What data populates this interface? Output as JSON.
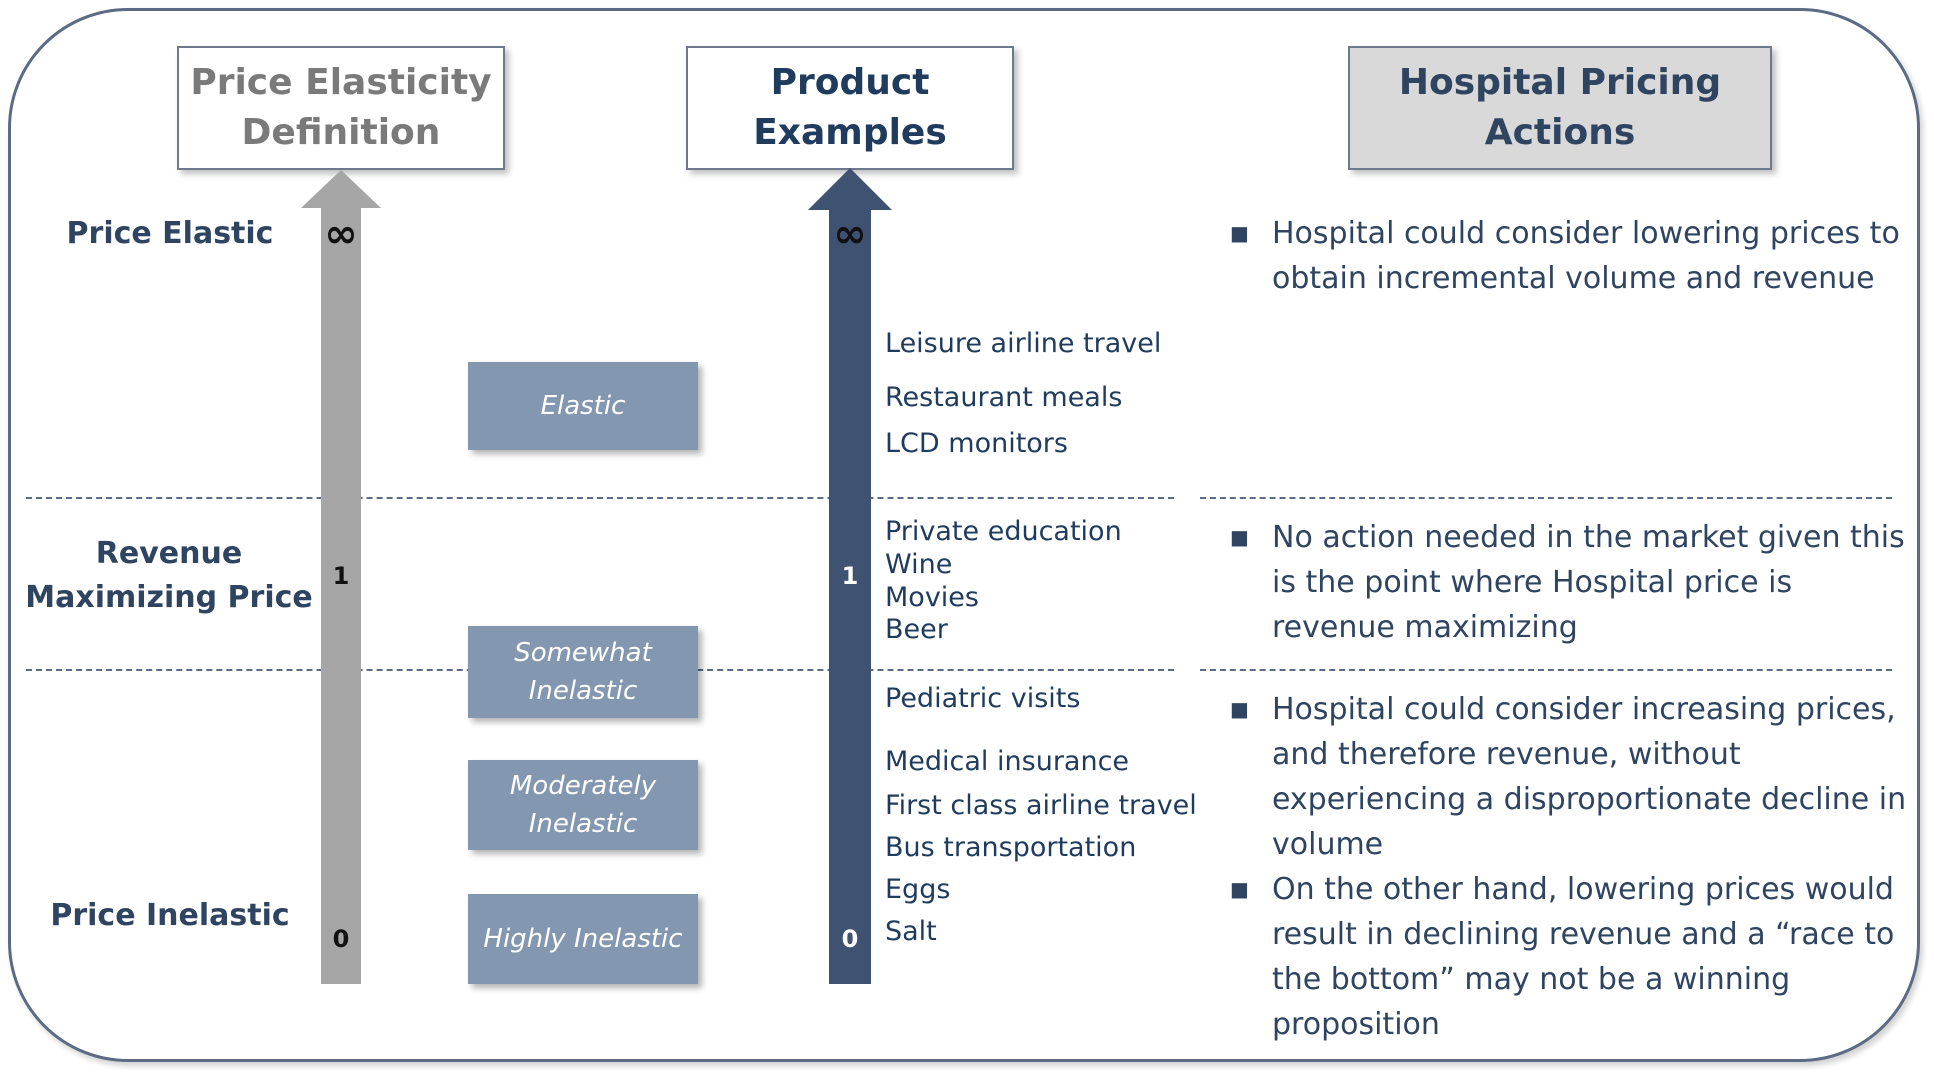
{
  "headers": {
    "definition": "Price Elasticity\nDefinition",
    "examples": "Product\nExamples",
    "actions": "Hospital Pricing\nActions"
  },
  "row_labels": {
    "elastic": "Price Elastic",
    "revenue": "Revenue\nMaximizing Price",
    "inelastic": "Price Inelastic"
  },
  "scale": {
    "infinity": "∞",
    "one": "1",
    "zero": "0"
  },
  "categories": [
    "Elastic",
    "Somewhat\nInelastic",
    "Moderately\nInelastic",
    "Highly Inelastic"
  ],
  "examples": [
    "Leisure airline travel",
    "Restaurant meals",
    "LCD monitors",
    "Private education",
    "Wine",
    "Movies",
    "Beer",
    "Pediatric visits",
    "Medical insurance",
    "First class airline travel",
    "Bus transportation",
    "Eggs",
    "Salt"
  ],
  "actions": [
    "Hospital could consider lowering prices to obtain incremental volume and revenue",
    "No action needed in the market given this is the point where Hospital price is revenue maximizing",
    "Hospital could consider increasing prices, and therefore revenue, without experiencing a disproportionate decline in volume",
    "On the other hand, lowering prices would result in declining revenue and a “race to the bottom” may not be a winning proposition"
  ],
  "bullet_glyph": "■",
  "colors": {
    "grey_arrow": "#a6a6a6",
    "navy_arrow": "#3f5272",
    "category_box": "#8497b0",
    "text_navy": "#2e4460"
  }
}
